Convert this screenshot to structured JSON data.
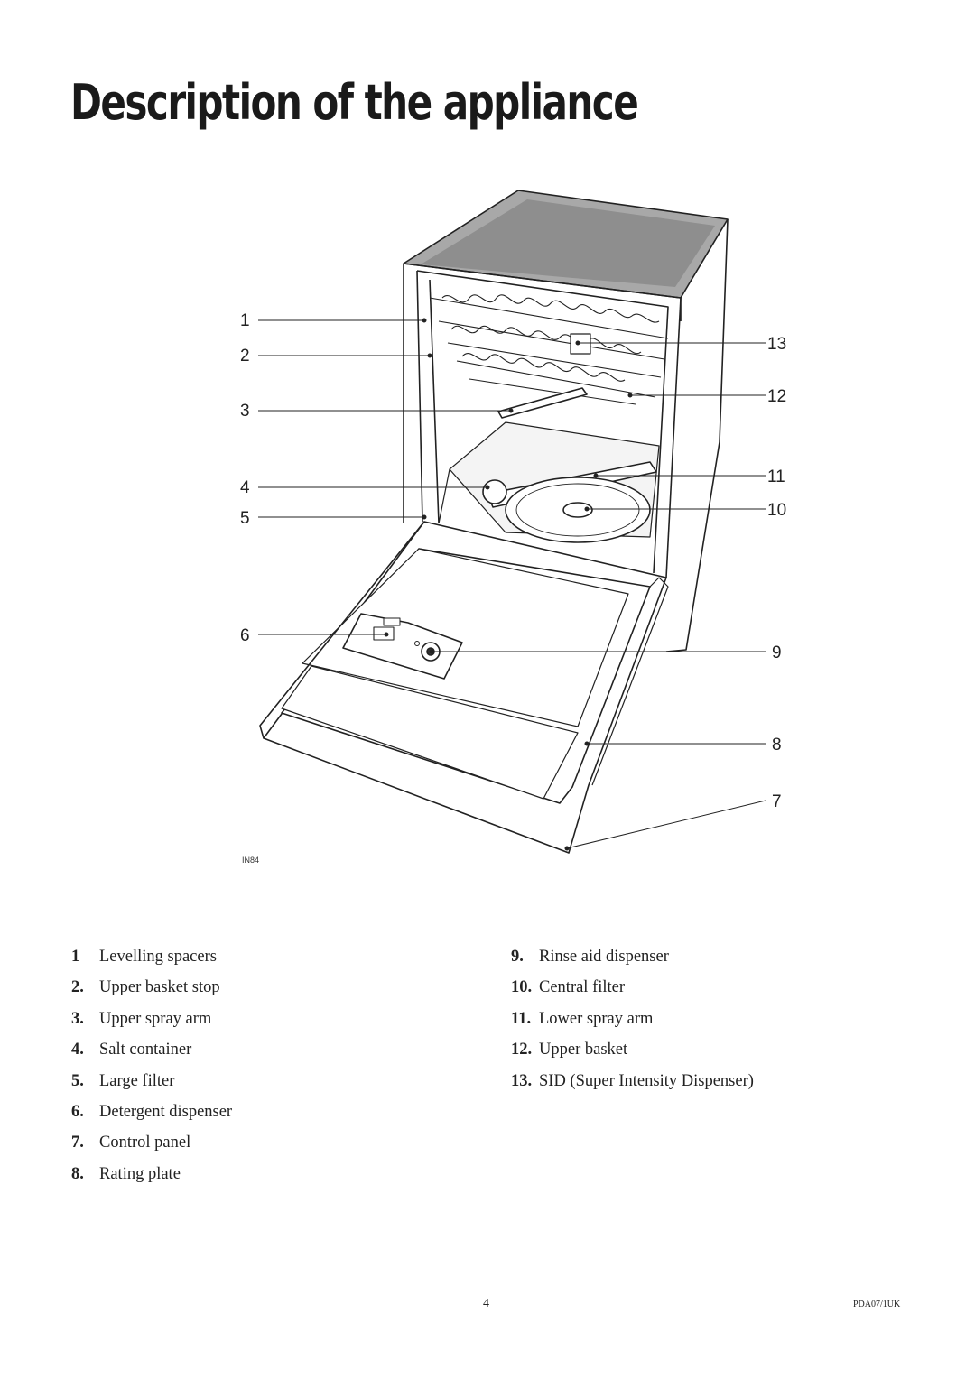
{
  "title": "Description of the appliance",
  "figure": {
    "code": "IN84",
    "callouts": [
      "1",
      "2",
      "3",
      "4",
      "5",
      "6",
      "7",
      "8",
      "9",
      "10",
      "11",
      "12",
      "13"
    ]
  },
  "legend_left": [
    {
      "num": "1",
      "label": "Levelling spacers"
    },
    {
      "num": "2.",
      "label": "Upper basket stop"
    },
    {
      "num": "3.",
      "label": "Upper spray arm"
    },
    {
      "num": "4.",
      "label": "Salt container"
    },
    {
      "num": "5.",
      "label": "Large filter"
    },
    {
      "num": "6.",
      "label": "Detergent dispenser"
    },
    {
      "num": "7.",
      "label": "Control panel"
    },
    {
      "num": "8.",
      "label": "Rating plate"
    }
  ],
  "legend_right": [
    {
      "num": "9.",
      "label": "Rinse aid dispenser"
    },
    {
      "num": "10.",
      "label": "Central filter"
    },
    {
      "num": "11.",
      "label": "Lower spray arm"
    },
    {
      "num": "12.",
      "label": "Upper basket"
    },
    {
      "num": "13.",
      "label": "SID (Super Intensity Dispenser)"
    }
  ],
  "footer": {
    "page_number": "4",
    "doc_code": "PDA07/1UK"
  }
}
